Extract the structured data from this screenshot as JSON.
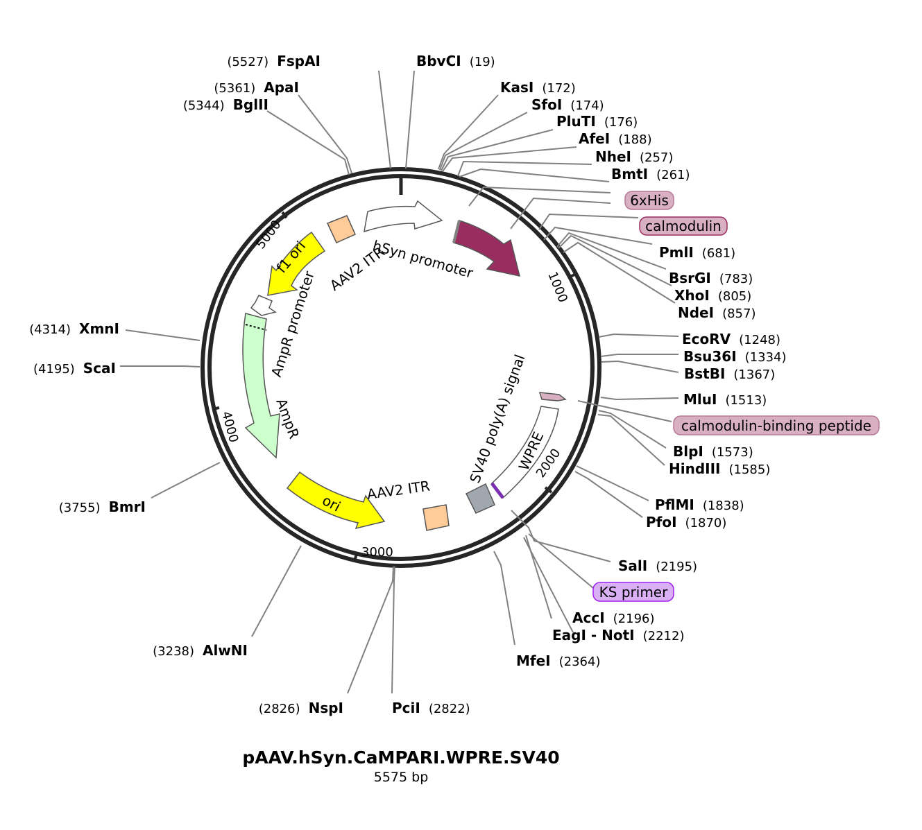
{
  "plasmid": {
    "name": "pAAV.hSyn.CaMPARI.WPRE.SV40",
    "length_label": "5575 bp"
  },
  "ticks": [
    {
      "label": "1000"
    },
    {
      "label": "2000"
    },
    {
      "label": "3000"
    },
    {
      "label": "4000"
    },
    {
      "label": "5000"
    }
  ],
  "features": [
    {
      "id": "hsyn",
      "label": "hSyn promoter",
      "color": "#ffffff"
    },
    {
      "id": "campari",
      "label": "",
      "color": "#9a2d5f"
    },
    {
      "id": "sv40",
      "label": "SV40 poly(A) signal",
      "color": "#ffffff"
    },
    {
      "id": "wpre",
      "label": "WPRE",
      "color": "#ffffff"
    },
    {
      "id": "aav2-itr-right",
      "label": "AAV2 ITR",
      "color": "#ffcc99"
    },
    {
      "id": "ori",
      "label": "ori",
      "color": "#ffff00"
    },
    {
      "id": "ampr",
      "label": "AmpR",
      "color": "#ccffcc"
    },
    {
      "id": "ampr-promoter",
      "label": "AmpR promoter",
      "color": "#ffffff"
    },
    {
      "id": "f1-ori",
      "label": "f1 ori",
      "color": "#ffff00"
    },
    {
      "id": "aav2-itr-left",
      "label": "AAV2 ITR",
      "color": "#ffcc99"
    }
  ],
  "callouts": [
    {
      "id": "6xhis",
      "label": "6xHis",
      "fill": "#d9b0c1",
      "stroke": "#b77894"
    },
    {
      "id": "calmodulin",
      "label": "calmodulin",
      "fill": "#d9b0c1",
      "stroke": "#9a2d5f"
    },
    {
      "id": "cbp",
      "label": "calmodulin-binding peptide",
      "fill": "#d9b0c1",
      "stroke": "#b77894"
    },
    {
      "id": "ks-primer",
      "label": "KS primer",
      "fill": "#dab0f5",
      "stroke": "#a020f0"
    }
  ],
  "sites": [
    {
      "name": "FspAI",
      "pos": "(5527)"
    },
    {
      "name": "BbvCI",
      "pos": "(19)"
    },
    {
      "name": "ApaI",
      "pos": "(5361)"
    },
    {
      "name": "BglII",
      "pos": "(5344)"
    },
    {
      "name": "KasI",
      "pos": "(172)"
    },
    {
      "name": "SfoI",
      "pos": "(174)"
    },
    {
      "name": "PluTI",
      "pos": "(176)"
    },
    {
      "name": "AfeI",
      "pos": "(188)"
    },
    {
      "name": "NheI",
      "pos": "(257)"
    },
    {
      "name": "BmtI",
      "pos": "(261)"
    },
    {
      "name": "PmlI",
      "pos": "(681)"
    },
    {
      "name": "BsrGI",
      "pos": "(783)"
    },
    {
      "name": "XhoI",
      "pos": "(805)"
    },
    {
      "name": "NdeI",
      "pos": "(857)"
    },
    {
      "name": "EcoRV",
      "pos": "(1248)"
    },
    {
      "name": "Bsu36I",
      "pos": "(1334)"
    },
    {
      "name": "BstBI",
      "pos": "(1367)"
    },
    {
      "name": "MluI",
      "pos": "(1513)"
    },
    {
      "name": "BlpI",
      "pos": "(1573)"
    },
    {
      "name": "HindIII",
      "pos": "(1585)"
    },
    {
      "name": "PflMI",
      "pos": "(1838)"
    },
    {
      "name": "PfoI",
      "pos": "(1870)"
    },
    {
      "name": "SalI",
      "pos": "(2195)"
    },
    {
      "name": "AccI",
      "pos": "(2196)"
    },
    {
      "name": "EagI - NotI",
      "pos": "(2212)"
    },
    {
      "name": "MfeI",
      "pos": "(2364)"
    },
    {
      "name": "PciI",
      "pos": "(2822)"
    },
    {
      "name": "NspI",
      "pos": "(2826)"
    },
    {
      "name": "AlwNI",
      "pos": "(3238)"
    },
    {
      "name": "BmrI",
      "pos": "(3755)"
    },
    {
      "name": "XmnI",
      "pos": "(4314)"
    },
    {
      "name": "ScaI",
      "pos": "(4195)"
    }
  ]
}
